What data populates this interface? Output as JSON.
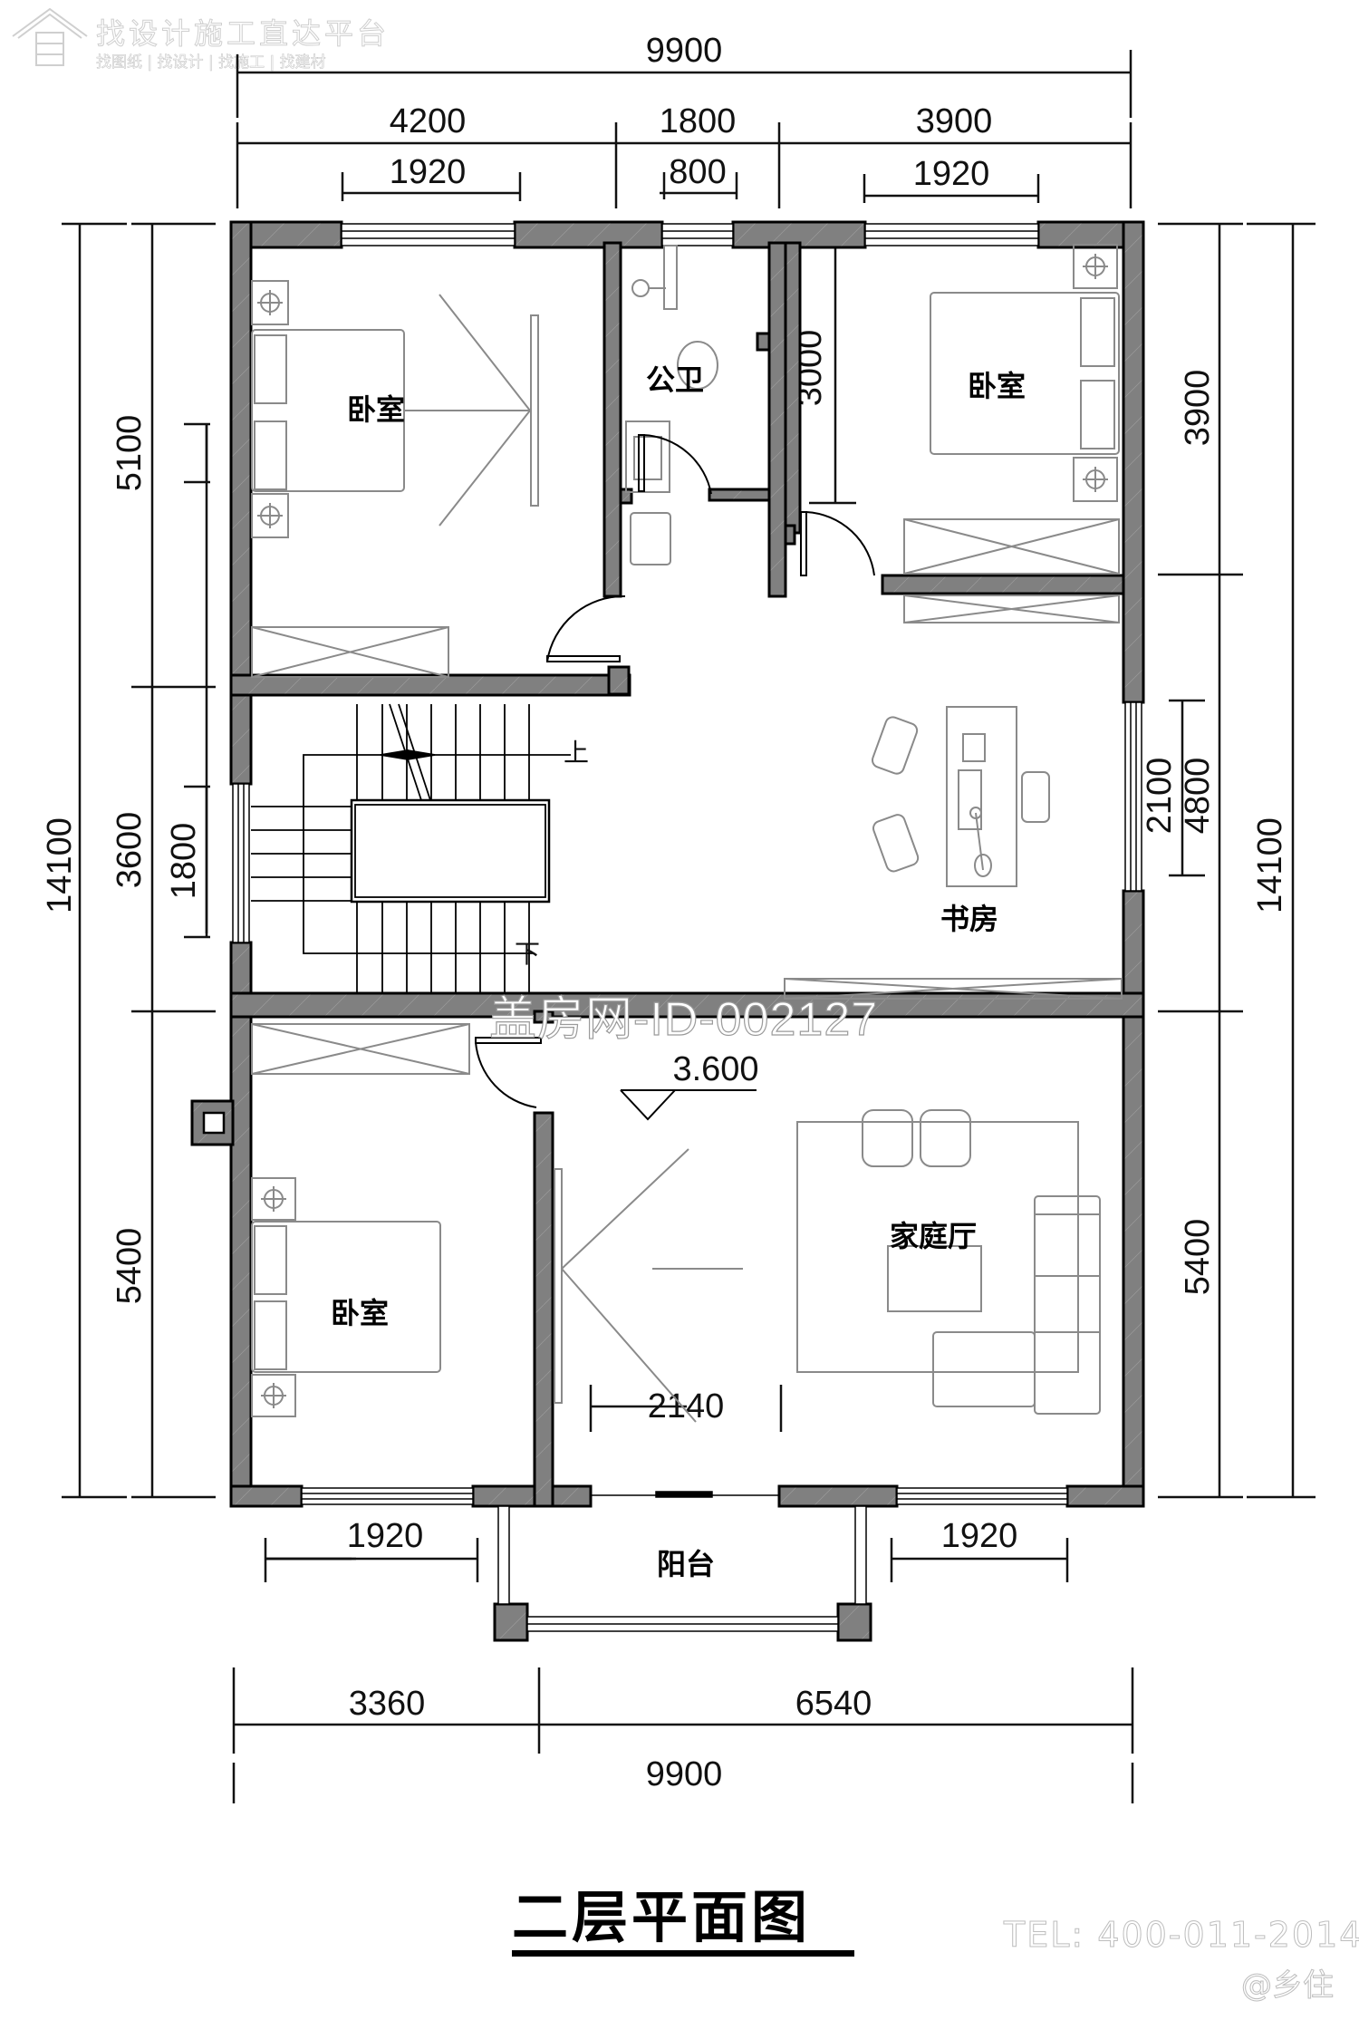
{
  "watermark": {
    "brand_main": "找设计施工直达平台",
    "brand_sub": "找图纸 | 找设计 | 找施工 | 找建材",
    "site_id": "盖房网-ID-002127",
    "tel": "TEL: 400-011-2014",
    "credit": "@乡住"
  },
  "title": "二层平面图",
  "rooms": {
    "bedroom_nw": "卧室",
    "bedroom_ne": "卧室",
    "bedroom_sw": "卧室",
    "bathroom": "公卫",
    "study": "书房",
    "family_room": "家庭厅",
    "balcony": "阳台"
  },
  "stair": {
    "up_label": "上",
    "down_label": "下"
  },
  "elevation": "3.600",
  "dimensions": {
    "top_total": "9900",
    "top_segments": [
      "4200",
      "1800",
      "3900"
    ],
    "top_windows": [
      "1920",
      "800",
      "1920"
    ],
    "left_total": "14100",
    "left_segments": [
      "5100",
      "3600",
      "5400"
    ],
    "left_window": "1800",
    "right_total": "14100",
    "right_segments": [
      "3900",
      "4800",
      "5400"
    ],
    "right_window": "2100",
    "bedroom_ne_depth": "3000",
    "family_room_opening": "2140",
    "bottom_windows": [
      "1920",
      "1920"
    ],
    "bottom_segments": [
      "3360",
      "6540"
    ],
    "bottom_total": "9900"
  },
  "colors": {
    "wall_fill": "#808080",
    "wall_edge": "#000000",
    "furniture": "#8a8a8a",
    "dim_line": "#111111"
  }
}
